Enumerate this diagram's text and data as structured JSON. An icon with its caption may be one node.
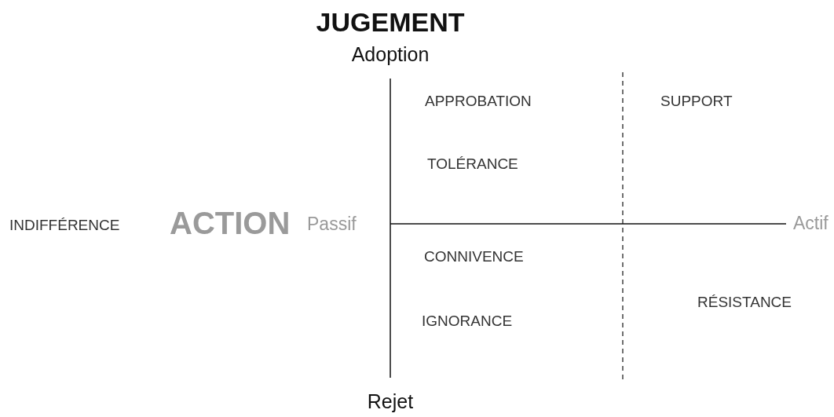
{
  "diagram": {
    "title": "JUGEMENT",
    "labels": [
      "Adoption",
      "APPROBATION",
      "SUPPORT",
      "TOLÉRANCE",
      "INDIFFÉRENCE",
      "ACTION",
      "Passif",
      "Actif",
      "CONNIVENCE",
      "RÉSISTANCE",
      "IGNORANCE",
      "Rejet"
    ]
  }
}
